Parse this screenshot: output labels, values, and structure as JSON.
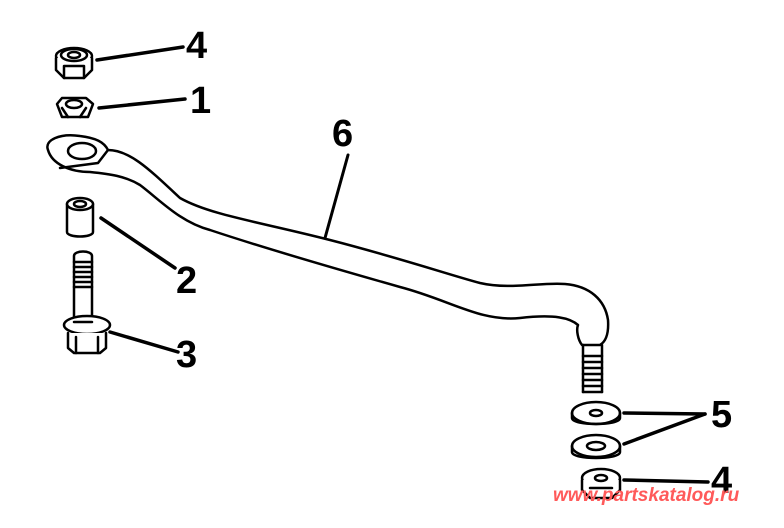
{
  "diagram": {
    "type": "exploded parts diagram",
    "subject": "steering link rod assembly",
    "line_color": "#000000",
    "background": "#ffffff"
  },
  "callouts": [
    {
      "id": "4",
      "label": "4",
      "part": "locknut (top)"
    },
    {
      "id": "1",
      "label": "1",
      "part": "nut"
    },
    {
      "id": "6",
      "label": "6",
      "part": "link rod"
    },
    {
      "id": "2",
      "label": "2",
      "part": "spacer bushing"
    },
    {
      "id": "3",
      "label": "3",
      "part": "flange bolt"
    },
    {
      "id": "5",
      "label": "5",
      "part": "washers (2)"
    },
    {
      "id": "4b",
      "label": "4",
      "part": "locknut (bottom)"
    }
  ],
  "watermark": {
    "text": "www.partskatalog.ru",
    "color": "#ff5a5a"
  }
}
